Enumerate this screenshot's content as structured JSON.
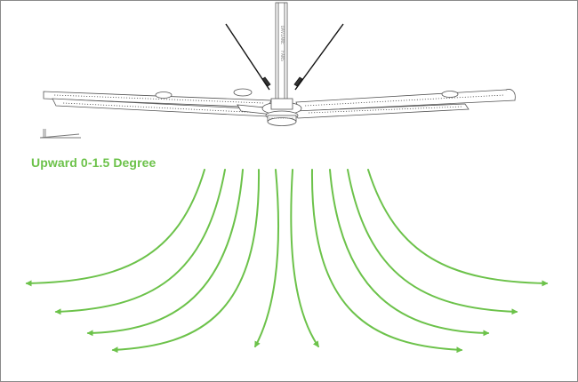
{
  "angle_label": "Upward 0-1.5 Degree",
  "mast_text": [
    "DAVIANE",
    "FANS"
  ],
  "colors": {
    "airflow": "#6cc24a",
    "label": "#6cc24a",
    "fan_line": "#555555",
    "cable": "#111111",
    "frame_border": "#8a8a8a"
  },
  "icons": [
    "ceiling-fan-icon",
    "angle-indicator-icon",
    "airflow-arrow-icon"
  ]
}
